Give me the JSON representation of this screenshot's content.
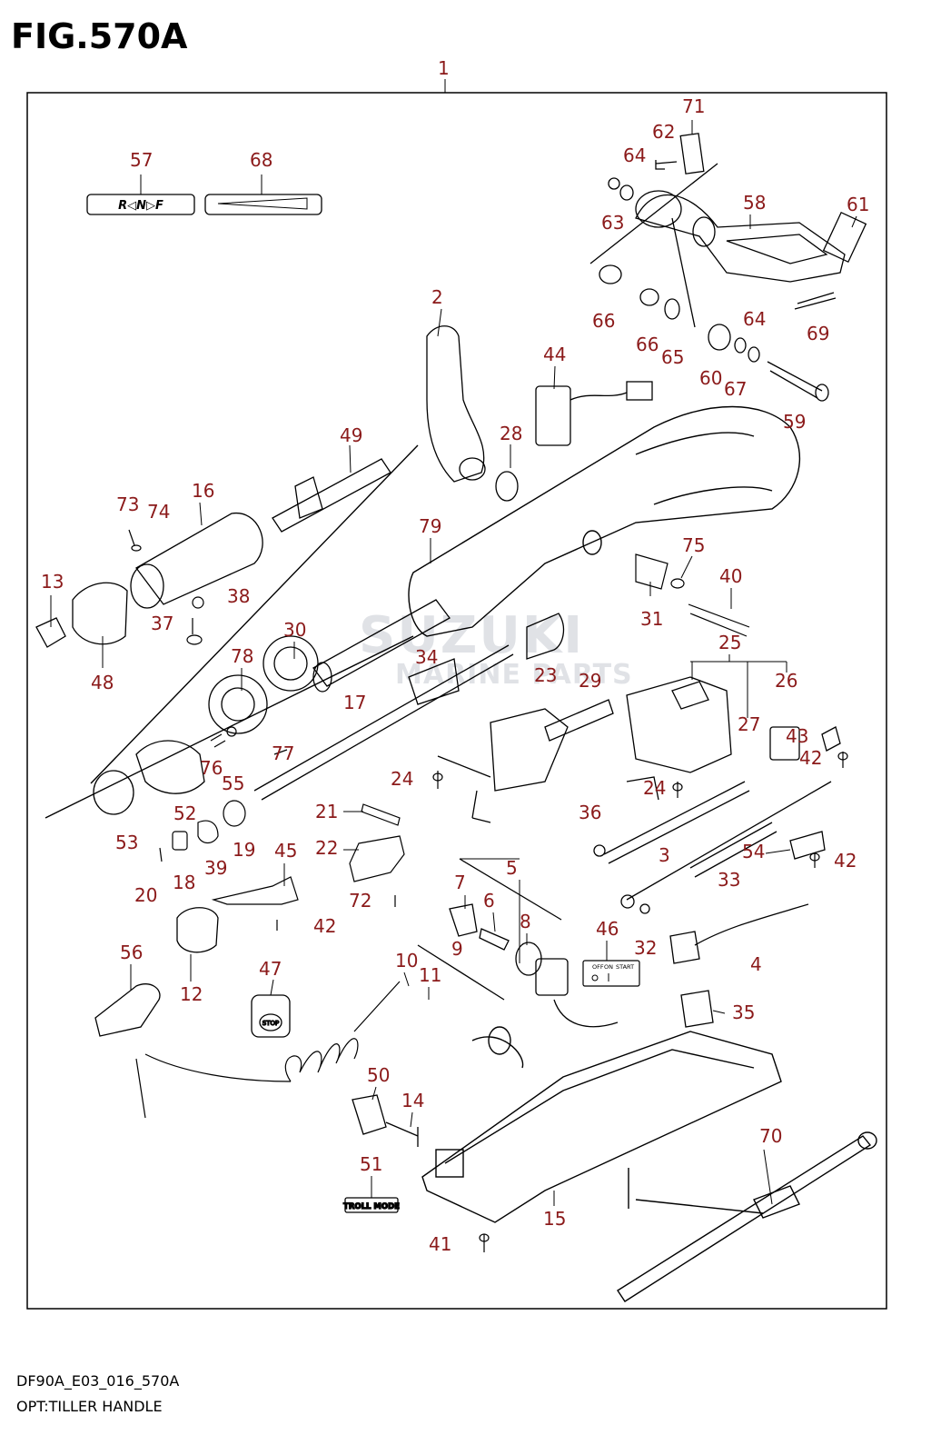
{
  "figure": {
    "title": "FIG.570A",
    "code": "DF90A_E03_016_570A",
    "caption": "OPT:TILLER HANDLE"
  },
  "watermark": {
    "line1": "SUZUKI",
    "line2": "MARINE PARTS"
  },
  "decals": {
    "shift_decal": "R◁N▷F",
    "stop_label": "STOP",
    "troll_mode_label": "TROLL MODE",
    "switch_plate": {
      "off": "OFF",
      "on": "ON",
      "start": "START"
    }
  },
  "callouts": [
    {
      "id": "c1",
      "num": "1"
    },
    {
      "id": "c2",
      "num": "2"
    },
    {
      "id": "c3",
      "num": "3"
    },
    {
      "id": "c4",
      "num": "4"
    },
    {
      "id": "c5",
      "num": "5"
    },
    {
      "id": "c6",
      "num": "6"
    },
    {
      "id": "c7",
      "num": "7"
    },
    {
      "id": "c8",
      "num": "8"
    },
    {
      "id": "c9",
      "num": "9"
    },
    {
      "id": "c10",
      "num": "10"
    },
    {
      "id": "c11",
      "num": "11"
    },
    {
      "id": "c12",
      "num": "12"
    },
    {
      "id": "c13",
      "num": "13"
    },
    {
      "id": "c14",
      "num": "14"
    },
    {
      "id": "c15",
      "num": "15"
    },
    {
      "id": "c16",
      "num": "16"
    },
    {
      "id": "c17",
      "num": "17"
    },
    {
      "id": "c18",
      "num": "18"
    },
    {
      "id": "c19",
      "num": "19"
    },
    {
      "id": "c20",
      "num": "20"
    },
    {
      "id": "c21",
      "num": "21"
    },
    {
      "id": "c22",
      "num": "22"
    },
    {
      "id": "c23",
      "num": "23"
    },
    {
      "id": "c24a",
      "num": "24"
    },
    {
      "id": "c24b",
      "num": "24"
    },
    {
      "id": "c25",
      "num": "25"
    },
    {
      "id": "c26",
      "num": "26"
    },
    {
      "id": "c27",
      "num": "27"
    },
    {
      "id": "c28",
      "num": "28"
    },
    {
      "id": "c29",
      "num": "29"
    },
    {
      "id": "c30",
      "num": "30"
    },
    {
      "id": "c31",
      "num": "31"
    },
    {
      "id": "c32",
      "num": "32"
    },
    {
      "id": "c33",
      "num": "33"
    },
    {
      "id": "c34",
      "num": "34"
    },
    {
      "id": "c35",
      "num": "35"
    },
    {
      "id": "c36",
      "num": "36"
    },
    {
      "id": "c37",
      "num": "37"
    },
    {
      "id": "c38",
      "num": "38"
    },
    {
      "id": "c39",
      "num": "39"
    },
    {
      "id": "c40",
      "num": "40"
    },
    {
      "id": "c41",
      "num": "41"
    },
    {
      "id": "c42a",
      "num": "42"
    },
    {
      "id": "c42b",
      "num": "42"
    },
    {
      "id": "c42c",
      "num": "42"
    },
    {
      "id": "c43",
      "num": "43"
    },
    {
      "id": "c44",
      "num": "44"
    },
    {
      "id": "c45",
      "num": "45"
    },
    {
      "id": "c46",
      "num": "46"
    },
    {
      "id": "c47",
      "num": "47"
    },
    {
      "id": "c48",
      "num": "48"
    },
    {
      "id": "c49",
      "num": "49"
    },
    {
      "id": "c50",
      "num": "50"
    },
    {
      "id": "c51",
      "num": "51"
    },
    {
      "id": "c52",
      "num": "52"
    },
    {
      "id": "c53",
      "num": "53"
    },
    {
      "id": "c54",
      "num": "54"
    },
    {
      "id": "c55",
      "num": "55"
    },
    {
      "id": "c56",
      "num": "56"
    },
    {
      "id": "c57",
      "num": "57"
    },
    {
      "id": "c58",
      "num": "58"
    },
    {
      "id": "c59",
      "num": "59"
    },
    {
      "id": "c60",
      "num": "60"
    },
    {
      "id": "c61",
      "num": "61"
    },
    {
      "id": "c62",
      "num": "62"
    },
    {
      "id": "c63",
      "num": "63"
    },
    {
      "id": "c64a",
      "num": "64"
    },
    {
      "id": "c64b",
      "num": "64"
    },
    {
      "id": "c65",
      "num": "65"
    },
    {
      "id": "c66a",
      "num": "66"
    },
    {
      "id": "c66b",
      "num": "66"
    },
    {
      "id": "c67",
      "num": "67"
    },
    {
      "id": "c68",
      "num": "68"
    },
    {
      "id": "c69",
      "num": "69"
    },
    {
      "id": "c70",
      "num": "70"
    },
    {
      "id": "c71",
      "num": "71"
    },
    {
      "id": "c72",
      "num": "72"
    },
    {
      "id": "c73",
      "num": "73"
    },
    {
      "id": "c74",
      "num": "74"
    },
    {
      "id": "c75",
      "num": "75"
    },
    {
      "id": "c76",
      "num": "76"
    },
    {
      "id": "c77",
      "num": "77"
    },
    {
      "id": "c78",
      "num": "78"
    },
    {
      "id": "c79",
      "num": "79"
    }
  ],
  "colors": {
    "label": "#8b1a1a",
    "line": "#000000",
    "background": "#ffffff",
    "watermark": "#c7ccd3"
  }
}
